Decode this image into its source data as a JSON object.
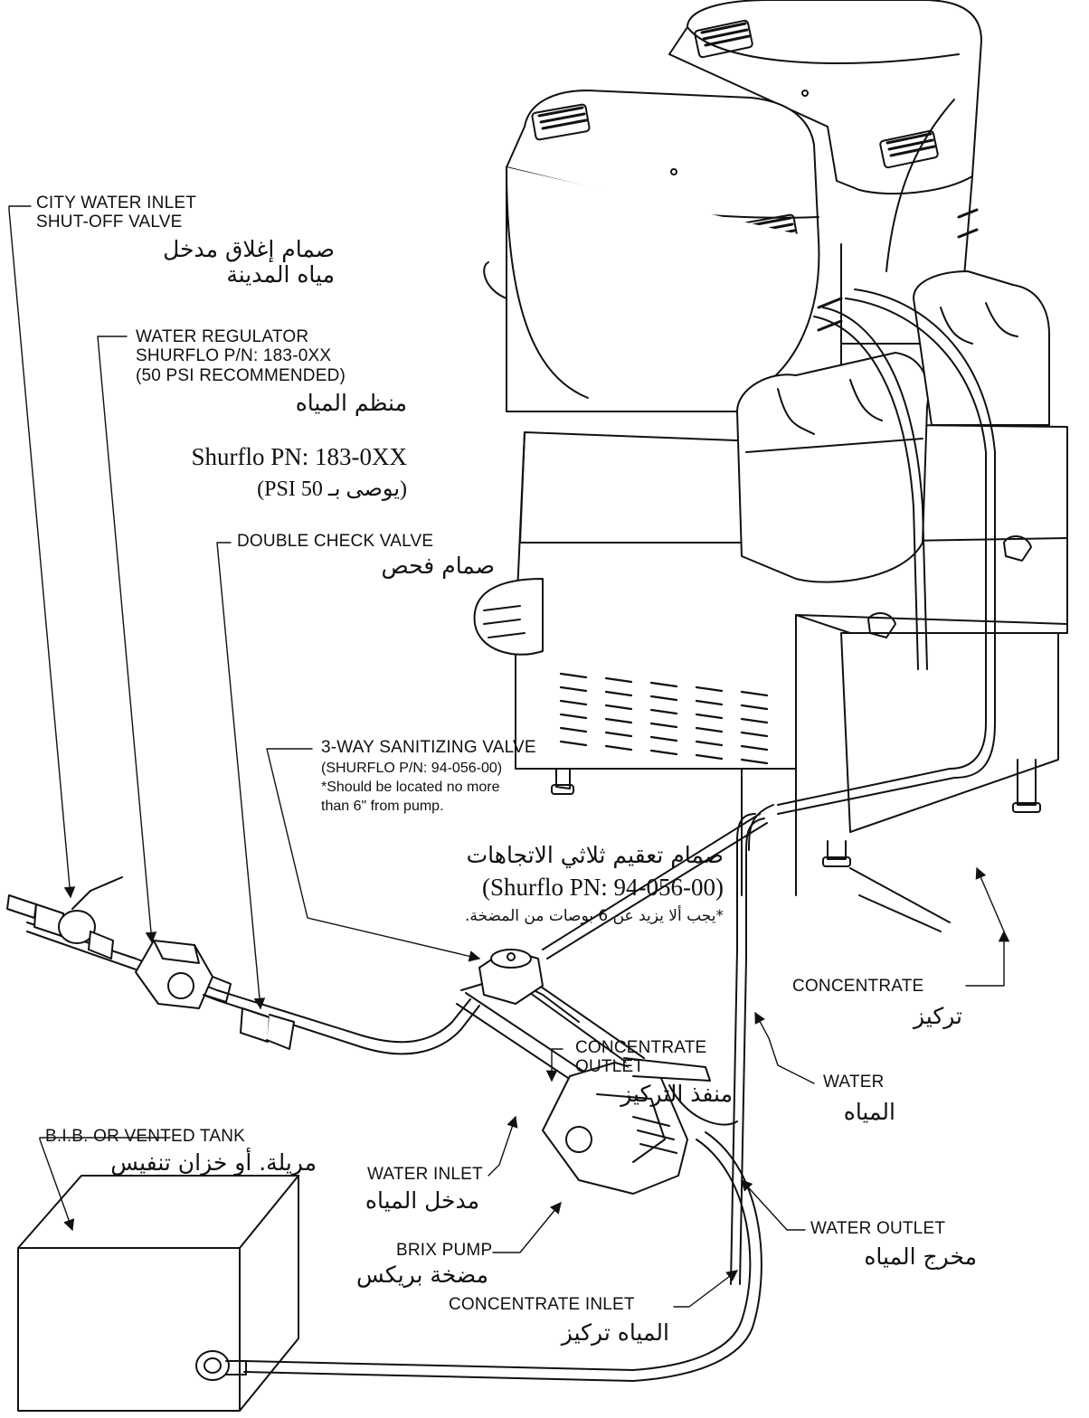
{
  "labels": {
    "city_water_valve": {
      "en": [
        "CITY WATER INLET",
        "SHUT-OFF VALVE"
      ],
      "ar": [
        "صمام إغلاق مدخل",
        "مياه المدينة"
      ]
    },
    "water_regulator": {
      "en": [
        "WATER REGULATOR",
        "SHURFLO P/N: 183-0XX",
        "(50 PSI RECOMMENDED)"
      ],
      "ar": [
        "منظم المياه"
      ],
      "ser": [
        "Shurflo PN: 183-0XX",
        "(PSI 50 يوصى بـ)"
      ]
    },
    "double_check_valve": {
      "en": [
        "DOUBLE CHECK VALVE"
      ],
      "ar": [
        "صمام فحص"
      ]
    },
    "sanitizing_valve": {
      "en": [
        "3-WAY SANITIZING VALVE"
      ],
      "en_small": [
        "(SHURFLO P/N: 94-056-00)",
        "*Should be located no more",
        " than 6\" from pump."
      ],
      "ar": [
        "صمام تعقيم ثلاثي الاتجاهات"
      ],
      "ser": [
        "(Shurflo PN: 94-056-00)"
      ],
      "ar_small": [
        "*يجب ألا يزيد عن 6 بوصات من المضخة."
      ]
    },
    "concentrate": {
      "en": [
        "CONCENTRATE"
      ],
      "ar": [
        "تركيز"
      ]
    },
    "concentrate_outlet": {
      "en": [
        "CONCENTRATE",
        "OUTLET"
      ],
      "ar": [
        "منفذ التركيز"
      ]
    },
    "water": {
      "en": [
        "WATER"
      ],
      "ar": [
        "المياه"
      ]
    },
    "bib_tank": {
      "en": [
        "B.I.B. OR VENTED TANK"
      ],
      "ar": [
        "مريلة. أو خزان تنفيس"
      ]
    },
    "water_inlet": {
      "en": [
        "WATER INLET"
      ],
      "ar": [
        "مدخل المياه"
      ]
    },
    "water_outlet": {
      "en": [
        "WATER OUTLET"
      ],
      "ar": [
        "مخرج المياه"
      ]
    },
    "brix_pump": {
      "en": [
        "BRIX PUMP"
      ],
      "ar": [
        "مضخة بريكس"
      ]
    },
    "concentrate_inlet": {
      "en": [
        "CONCENTRATE INLET"
      ],
      "ar": [
        "المياه تركيز"
      ]
    }
  }
}
